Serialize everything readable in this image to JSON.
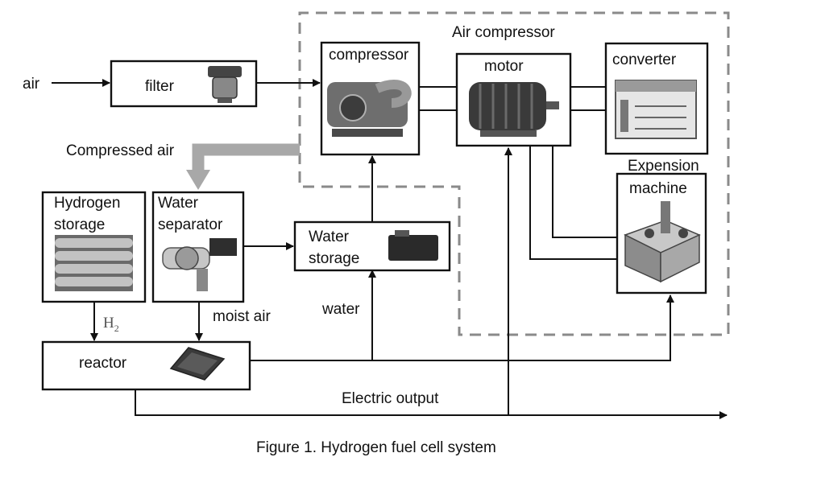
{
  "labels": {
    "air": "air",
    "filter": "filter",
    "air_compressor": "Air compressor",
    "compressor": "compressor",
    "motor": "motor",
    "converter": "converter",
    "compressed_air": "Compressed air",
    "expansion_line1": "Expension",
    "expansion_line2": "machine",
    "hydrogen_line1": "Hydrogen",
    "hydrogen_line2": "storage",
    "water_sep_line1": "Water",
    "water_sep_line2": "separator",
    "water_storage_line1": "Water",
    "water_storage_line2": "storage",
    "water": "water",
    "h2": "H",
    "h2_sub": "2",
    "moist_air": "moist air",
    "reactor": "reactor",
    "electric_output": "Electric output"
  },
  "caption": "Figure 1. Hydrogen fuel cell system",
  "colors": {
    "line": "#111111",
    "dashed_boundary": "#8a8a8a",
    "compressed_air_arrow": "#a8a8a8"
  }
}
